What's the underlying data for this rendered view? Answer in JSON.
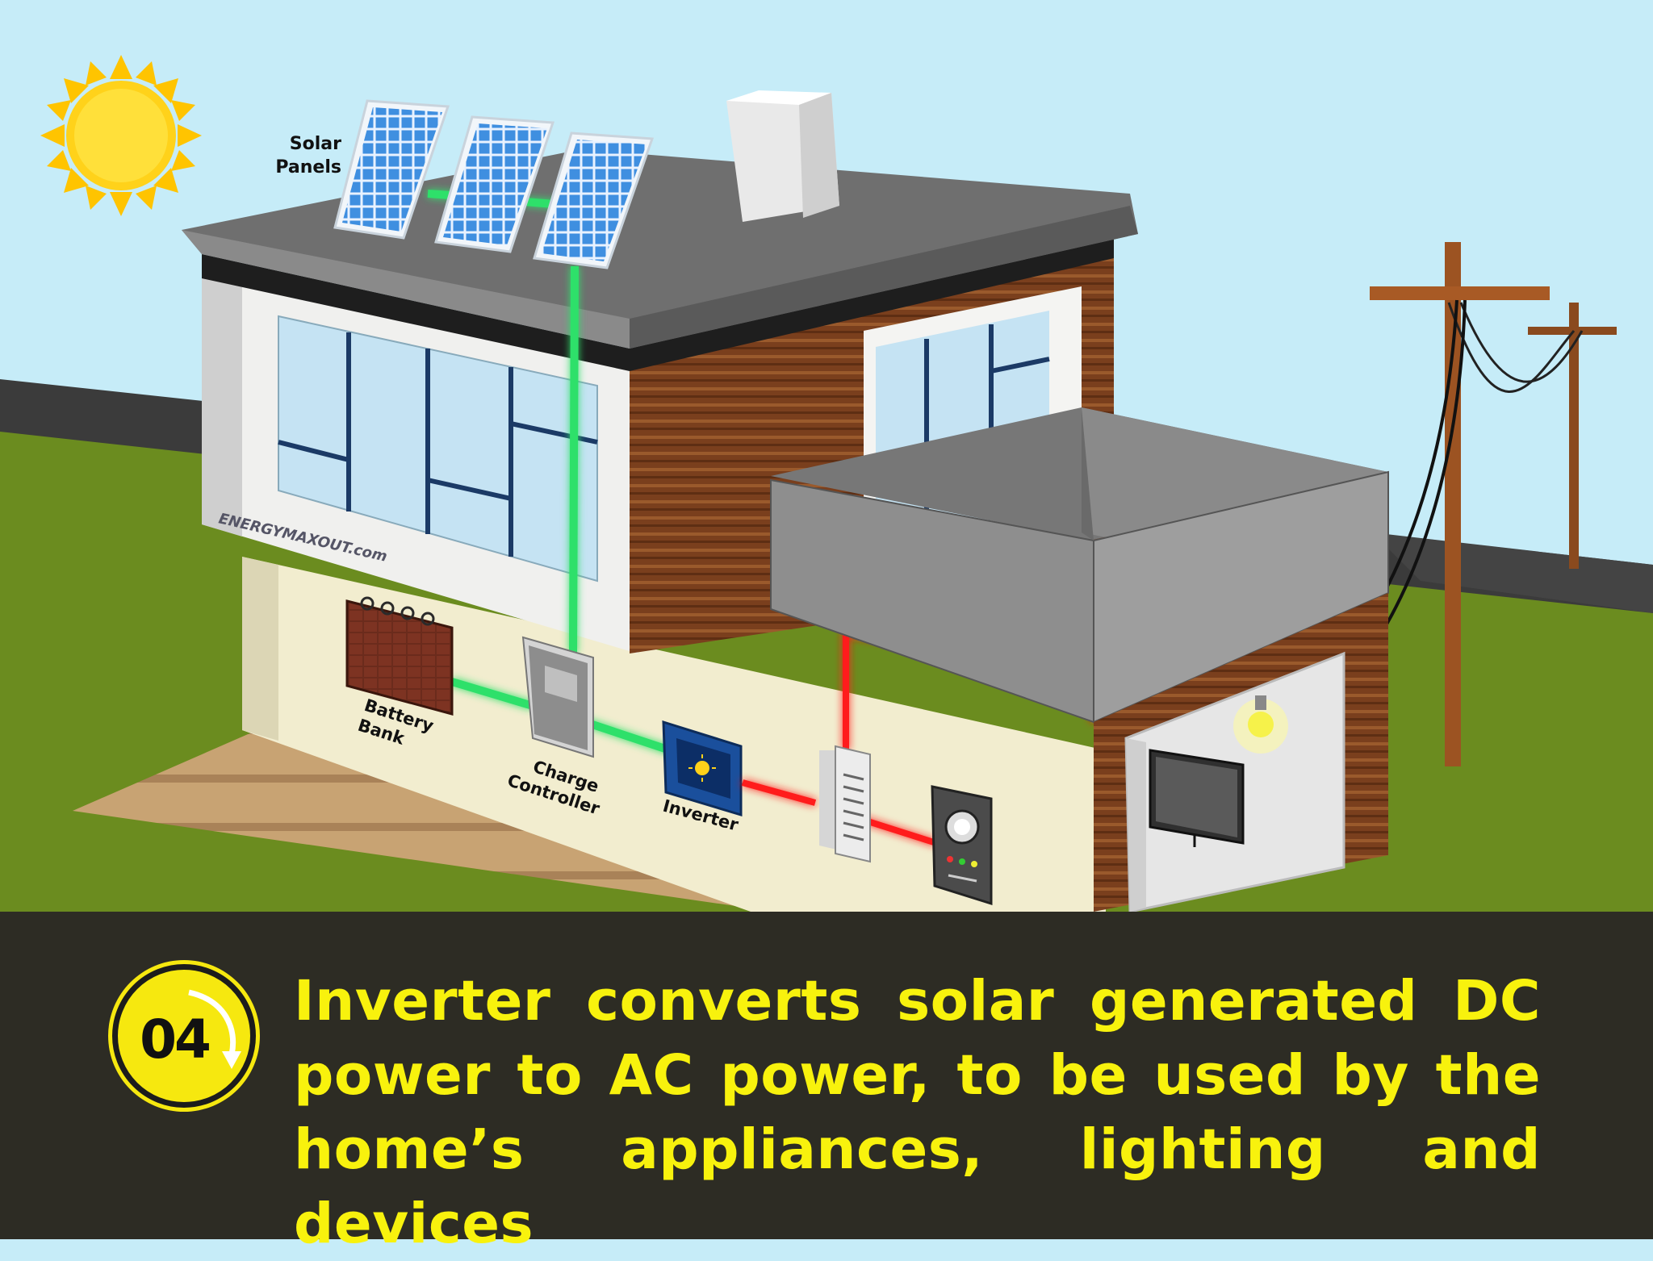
{
  "labels": {
    "solar_panels": [
      "Solar",
      "Panels"
    ],
    "battery_bank": [
      "Battery",
      "Bank"
    ],
    "charge_controller": [
      "Charge",
      "Controller"
    ],
    "inverter": "Inverter",
    "watermark": "ENERGYMAXOUT.com"
  },
  "caption": {
    "step": "04",
    "text": "Inverter converts solar generated DC power to AC power, to be used by the home’s appliances, lighting and devices"
  },
  "colors": {
    "sky": "#c6ecf8",
    "grass": "#6b8c1f",
    "dc_line": "#2fe06a",
    "ac_line": "#ff1a1a",
    "caption_bg": "#2d2c24",
    "caption_text": "#f8f20d",
    "sun": "#ffd21a"
  },
  "icons": [
    "sun-icon",
    "solar-panel-icon",
    "battery-icon",
    "charge-controller-icon",
    "inverter-icon",
    "breaker-panel-icon",
    "meter-icon",
    "light-bulb-icon",
    "tv-icon",
    "utility-pole-icon"
  ]
}
